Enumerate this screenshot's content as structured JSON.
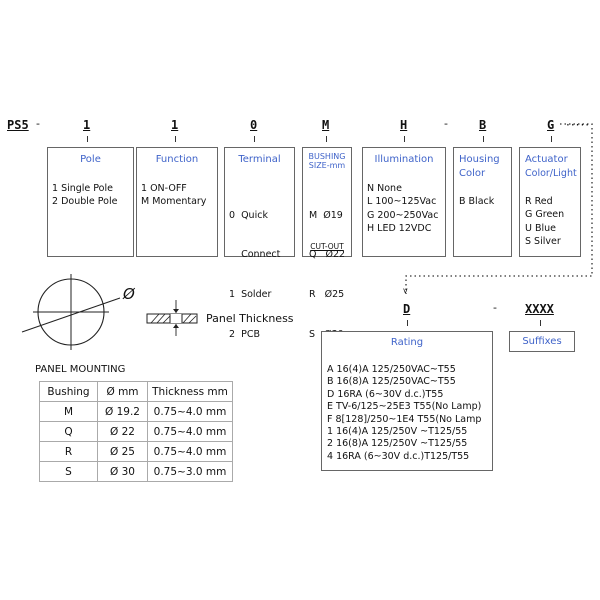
{
  "header": {
    "prefix": "PS5",
    "dash1": "-",
    "codes": [
      "1",
      "1",
      "0",
      "M",
      "H",
      "B",
      "G"
    ],
    "dash2": "-",
    "dots": "·····"
  },
  "boxes": {
    "pole": {
      "title": "Pole",
      "options": [
        "1  Single Pole",
        "2  Double Pole"
      ]
    },
    "function": {
      "title": "Function",
      "options": [
        "1  ON-OFF",
        "M  Momentary"
      ]
    },
    "terminal": {
      "title": "Terminal",
      "options": [
        "0  Quick",
        "    Connect",
        "1  Solder",
        "2  PCB"
      ]
    },
    "bushing": {
      "title_line1": "BUSHING",
      "title_line2": "SIZE-mm",
      "options": [
        "M  Ø19",
        "Q   Ø22",
        "R   Ø25",
        "S   Ø30"
      ],
      "footer": "CUT-OUT"
    },
    "illumination": {
      "title": "Illumination",
      "options": [
        "N  None",
        "L  100~125Vac",
        "G  200~250Vac",
        "H  LED 12VDC"
      ]
    },
    "housing": {
      "title_line1": "Housing",
      "title_line2": "Color",
      "options": [
        "B  Black"
      ]
    },
    "actuator": {
      "title_line1": "Actuator",
      "title_line2": "Color/Light",
      "options": [
        "R  Red",
        "G  Green",
        "U  Blue",
        "S  Silver"
      ]
    }
  },
  "diagram": {
    "phi_symbol": "Ø",
    "panel_thickness_label": "Panel Thickness"
  },
  "panel_mounting": {
    "title": "PANEL MOUNTING",
    "headers": [
      "Bushing",
      "Ø mm",
      "Thickness mm"
    ],
    "rows": [
      [
        "M",
        "Ø 19.2",
        "0.75~4.0 mm"
      ],
      [
        "Q",
        "Ø 22",
        "0.75~4.0 mm"
      ],
      [
        "R",
        "Ø 25",
        "0.75~4.0 mm"
      ],
      [
        "S",
        "Ø 30",
        "0.75~3.0 mm"
      ]
    ]
  },
  "second_row": {
    "code_d": "D",
    "dash": "-",
    "code_suffix": "XXXX",
    "arrow": "v"
  },
  "rating": {
    "title": "Rating",
    "lines": [
      "A  16(4)A 125/250VAC~T55",
      "B  16(8)A 125/250VAC~T55",
      "D  16RA (6~30V d.c.)T55",
      "E  TV-6/125~25E3 T55(No Lamp)",
      "F  8[128]/250~1E4 T55(No Lamp",
      "1  16(4)A 125/250V ~T125/55",
      "2  16(8)A 125/250V ~T125/55",
      "4  16RA (6~30V d.c.)T125/T55"
    ]
  },
  "suffixes": {
    "title": "Suffixes"
  }
}
